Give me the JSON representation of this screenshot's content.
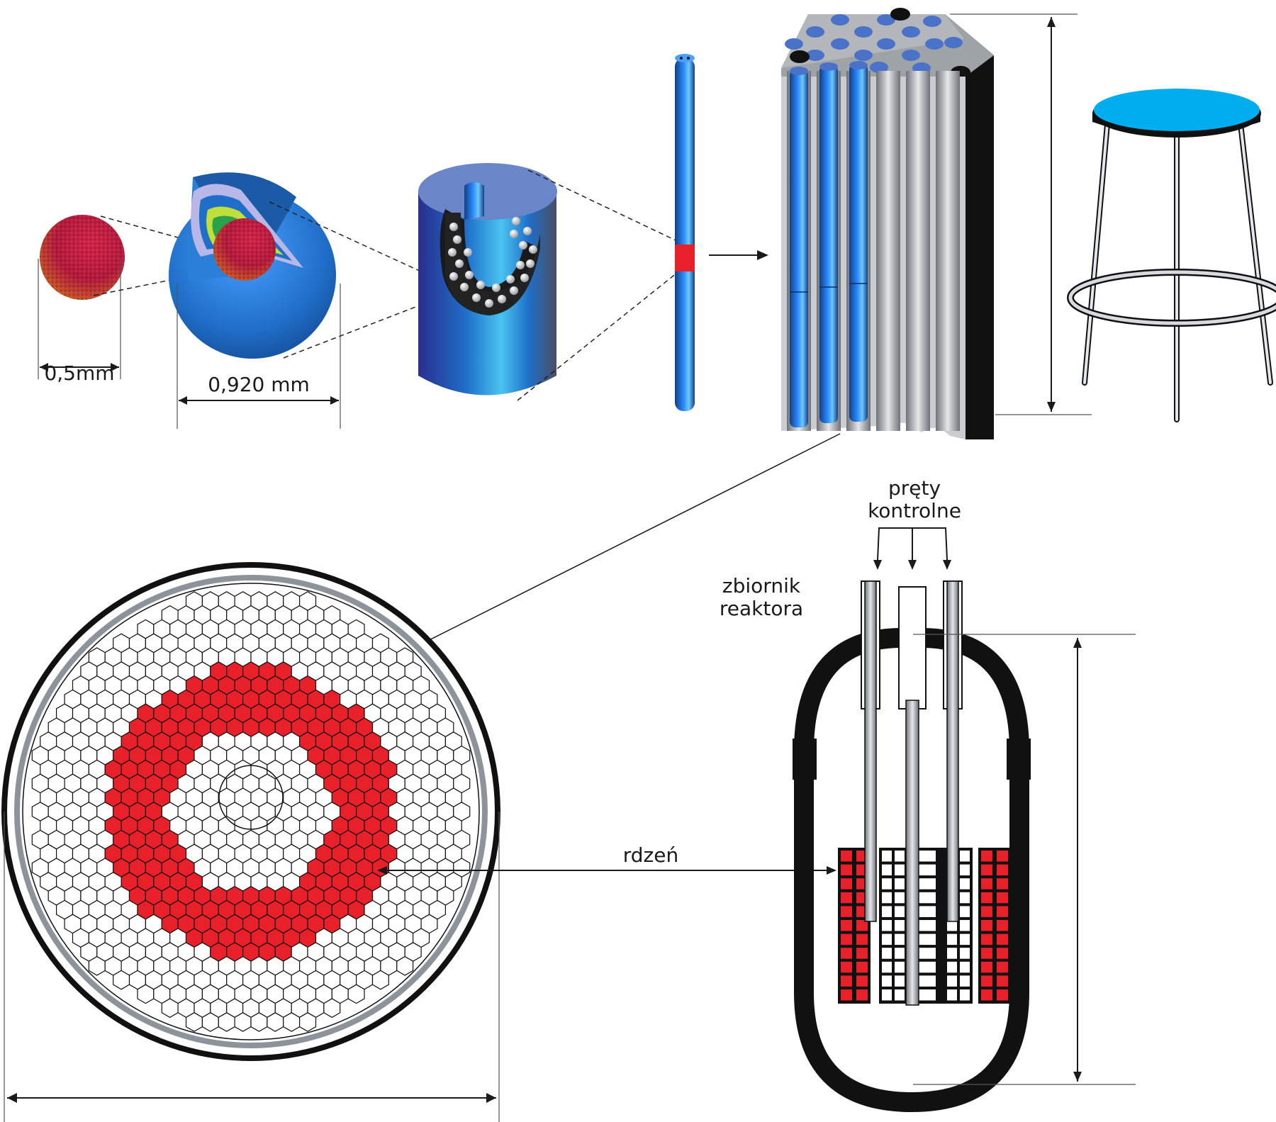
{
  "labels": {
    "kernel_diameter": "0,5mm",
    "particle_diameter": "0,920 mm",
    "control_rods_line1": "pręty",
    "control_rods_line2": "kontrolne",
    "vessel_line1": "zbiornik",
    "vessel_line2": "reaktora",
    "core": "rdzeń"
  },
  "colors": {
    "fuel_red": "#e8202a",
    "graphite_blue": "#1f6fc9",
    "stool_seat": "#00aeef",
    "vessel_black": "#111111",
    "steel_gray": "#bfc3c7"
  },
  "core_map": {
    "description_hidden": true,
    "rings": [
      "reflector",
      "fuel",
      "inner_reflector"
    ]
  }
}
